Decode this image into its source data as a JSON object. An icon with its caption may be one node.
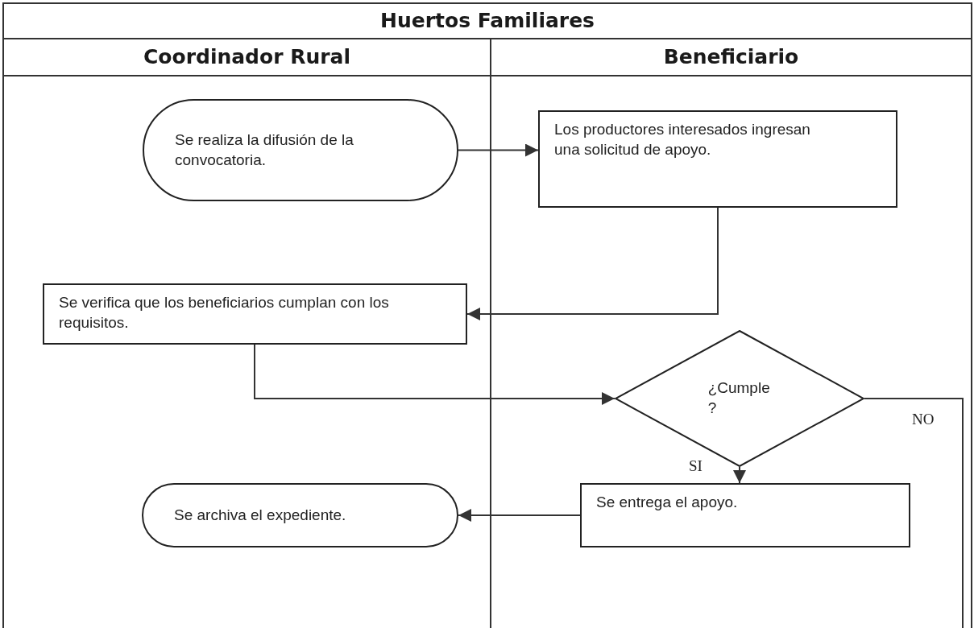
{
  "diagram": {
    "title": "Huertos Familiares",
    "nodes": [
      {
        "text": [
          "Coordinador Rural"
        ]
      },
      {
        "text": [
          "Beneficiario"
        ]
      },
      {
        "text": [
          "Se realiza la difusión de la convocatoria."
        ],
        "in": 0
      },
      {
        "text": [
          "Los productores interesados ingresan una solicitud de apoyo."
        ],
        "in": 1
      },
      {
        "text": [
          "Se verifica que los beneficiarios cumplan con los requisitos."
        ],
        "in": 0
      },
      {
        "text": [
          "¿Cumple ?"
        ],
        "in": 1
      },
      {
        "text": [
          "Se entrega el apoyo."
        ],
        "in": 1
      },
      {
        "text": [
          "Se archiva el expediente."
        ],
        "in": 0
      }
    ],
    "edges": [
      {
        "from": 2,
        "to": 3,
        "arrow": "to"
      },
      {
        "from": 3,
        "to": 4,
        "arrow": "to"
      },
      {
        "from": 4,
        "to": 5,
        "arrow": "to"
      },
      {
        "from": 5,
        "to": 6,
        "arrow": "to",
        "label": "SI"
      },
      {
        "from": 6,
        "to": 7,
        "arrow": "to"
      },
      {
        "from": 5,
        "to": null,
        "arrow": "none",
        "label": "NO"
      }
    ]
  }
}
